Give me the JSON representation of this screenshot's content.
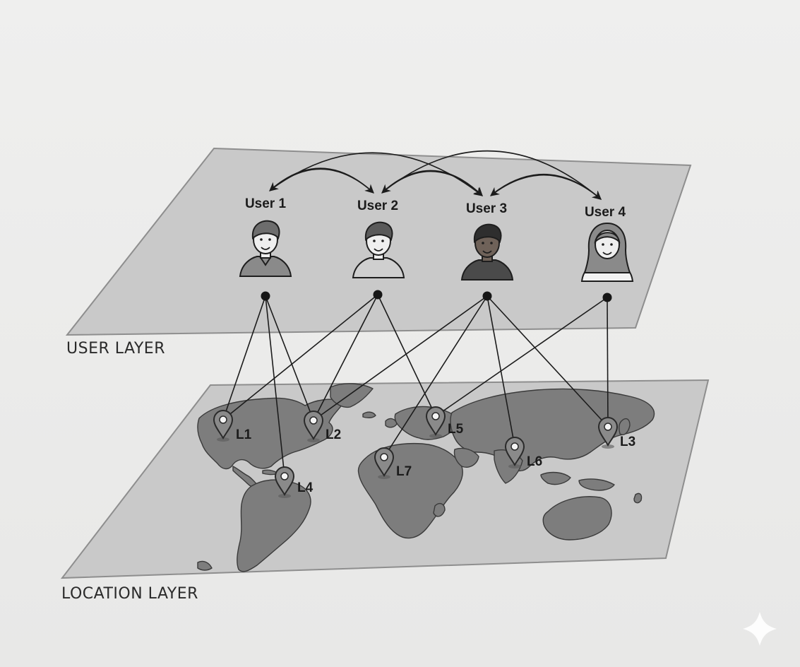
{
  "layers": {
    "user_layer_label": "USER LAYER",
    "location_layer_label": "LOCATION LAYER"
  },
  "users": [
    {
      "id": "u1",
      "label": "User 1",
      "skin": "#efefef",
      "shirt": "#8a8a8a",
      "hair": "#6d6d6d",
      "style": "male"
    },
    {
      "id": "u2",
      "label": "User 2",
      "skin": "#efefef",
      "shirt": "#cfcfcf",
      "hair": "#5a5a5a",
      "style": "male"
    },
    {
      "id": "u3",
      "label": "User 3",
      "skin": "#6f6259",
      "shirt": "#4a4a4a",
      "hair": "#2e2e2e",
      "style": "male"
    },
    {
      "id": "u4",
      "label": "User 4",
      "skin": "#efefef",
      "shirt": "#f2f2f2",
      "hair": "#8a8a8a",
      "style": "female"
    }
  ],
  "locations": [
    {
      "id": "L1",
      "label": "L1"
    },
    {
      "id": "L2",
      "label": "L2"
    },
    {
      "id": "L3",
      "label": "L3"
    },
    {
      "id": "L4",
      "label": "L4"
    },
    {
      "id": "L5",
      "label": "L5"
    },
    {
      "id": "L6",
      "label": "L6"
    },
    {
      "id": "L7",
      "label": "L7"
    }
  ],
  "user_user_links": [
    [
      "u2",
      "u1"
    ],
    [
      "u1",
      "u2"
    ],
    [
      "u3",
      "u2"
    ],
    [
      "u2",
      "u3"
    ],
    [
      "u1",
      "u3"
    ],
    [
      "u4",
      "u3"
    ],
    [
      "u3",
      "u4"
    ],
    [
      "u2",
      "u4"
    ]
  ],
  "user_location_links": [
    [
      "u1",
      "L1"
    ],
    [
      "u1",
      "L2"
    ],
    [
      "u1",
      "L4"
    ],
    [
      "u2",
      "L1"
    ],
    [
      "u2",
      "L2"
    ],
    [
      "u2",
      "L5"
    ],
    [
      "u3",
      "L7"
    ],
    [
      "u3",
      "L6"
    ],
    [
      "u3",
      "L3"
    ],
    [
      "u3",
      "L2"
    ],
    [
      "u4",
      "L5"
    ],
    [
      "u4",
      "L3"
    ]
  ],
  "colors": {
    "plane_fill": "#c9c9c9",
    "plane_stroke": "#8e8e8e",
    "land": "#7d7d7d",
    "pin": "#8a8a8a",
    "line": "#1c1c1c"
  }
}
